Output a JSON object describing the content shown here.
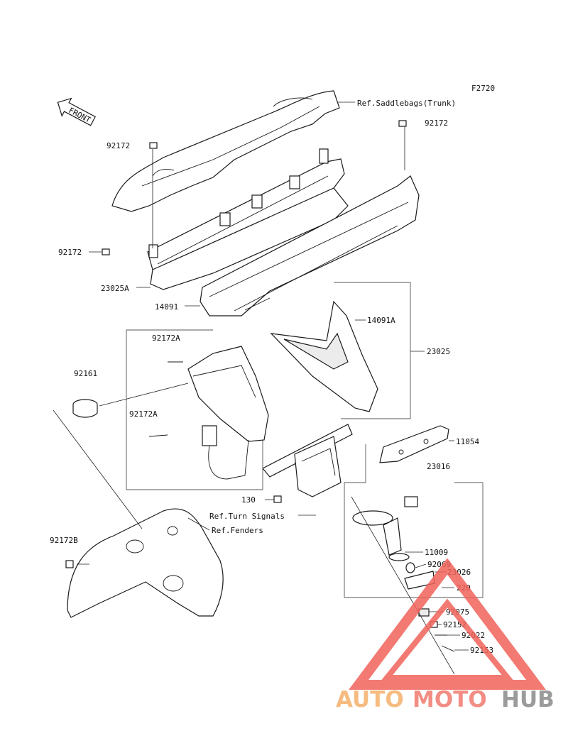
{
  "diagram": {
    "code": "F2720",
    "front_label": "FRONT",
    "labels": {
      "ref_saddlebags": "Ref.Saddlebags(Trunk)",
      "p92172_top_left": "92172",
      "p92172_top_right": "92172",
      "p92172_left": "92172",
      "p23025A": "23025A",
      "p14091": "14091",
      "p14091A": "14091A",
      "p23025": "23025",
      "p92172A_upper": "92172A",
      "p92161": "92161",
      "p92172A_lower": "92172A",
      "p11054": "11054",
      "p23016": "23016",
      "p130": "130",
      "ref_turn_signals": "Ref.Turn Signals",
      "ref_fenders": "Ref.Fenders",
      "p92172B": "92172B",
      "p11009": "11009",
      "p92069": "92069",
      "p23026": "23026",
      "p220": "220",
      "p92075": "92075",
      "p92152": "92152",
      "p92022": "92022",
      "p92153": "92153"
    }
  },
  "watermark": {
    "text_auto": "AUTO",
    "text_moto": "MOTO",
    "text_hub": "HUB",
    "color_auto": "#f5b06a",
    "color_moto": "#f07a6e",
    "color_hub": "#8a8a8a",
    "triangle_color": "#f0635a"
  }
}
